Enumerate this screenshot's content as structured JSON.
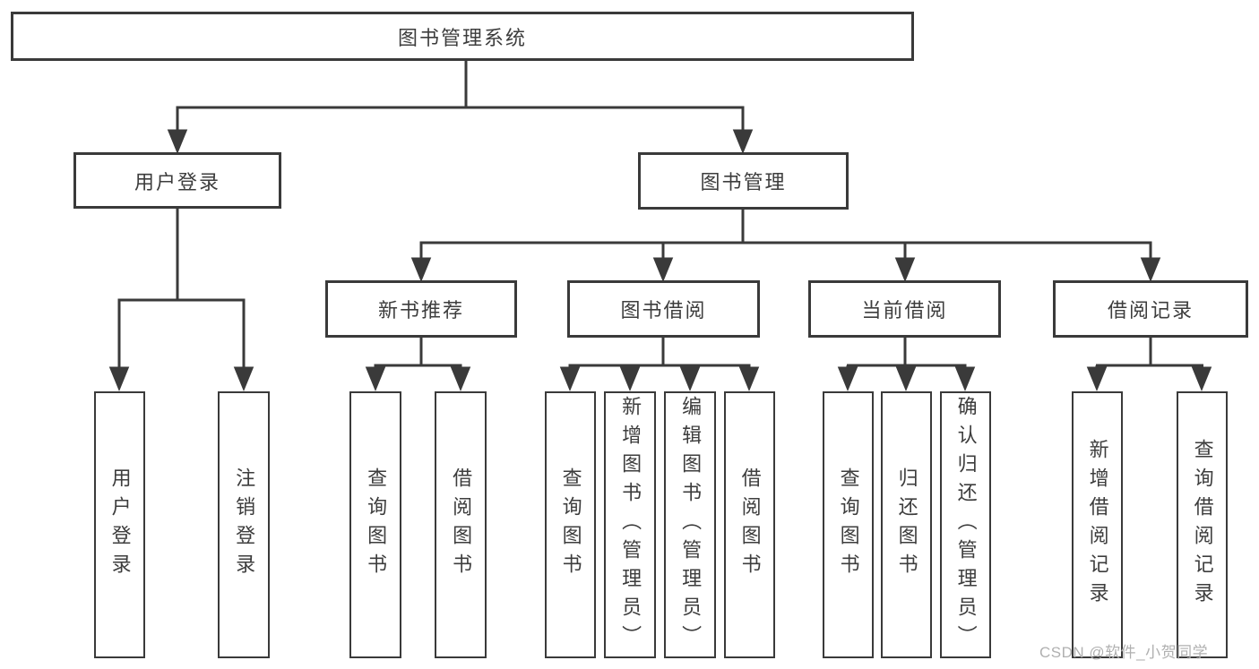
{
  "diagram": {
    "root": {
      "label": "图书管理系统",
      "children": [
        {
          "label": "用户登录",
          "children": [
            {
              "label": "用户登录"
            },
            {
              "label": "注销登录"
            }
          ]
        },
        {
          "label": "图书管理",
          "children": [
            {
              "label": "新书推荐",
              "children": [
                {
                  "label": "查询图书"
                },
                {
                  "label": "借阅图书"
                }
              ]
            },
            {
              "label": "图书借阅",
              "children": [
                {
                  "label": "查询图书"
                },
                {
                  "label": "新增图书（管理员）"
                },
                {
                  "label": "编辑图书（管理员）"
                },
                {
                  "label": "借阅图书"
                }
              ]
            },
            {
              "label": "当前借阅",
              "children": [
                {
                  "label": "查询图书"
                },
                {
                  "label": "归还图书"
                },
                {
                  "label": "确认归还（管理员）"
                }
              ]
            },
            {
              "label": "借阅记录",
              "children": [
                {
                  "label": "新增借阅记录"
                },
                {
                  "label": "查询借阅记录"
                }
              ]
            }
          ]
        }
      ]
    }
  },
  "watermark": {
    "text": "CSDN @软件_小贺同学"
  },
  "colors": {
    "line": "#3a3a3a",
    "text": "#3d3d3d",
    "watermark": "#b0b0b0",
    "background": "#ffffff"
  }
}
